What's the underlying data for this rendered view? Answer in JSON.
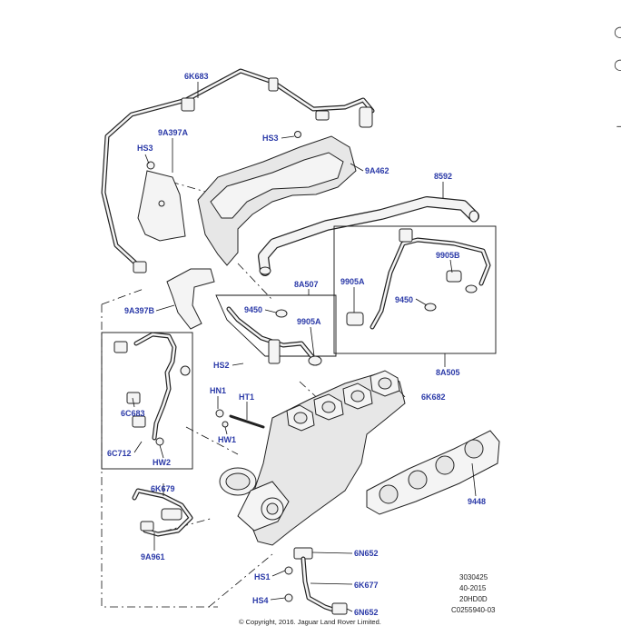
{
  "callouts": {
    "c6K683": "6K683",
    "c9A397A": "9A397A",
    "cHS3a": "HS3",
    "cHS3b": "HS3",
    "c9A462": "9A462",
    "c8592": "8592",
    "c8A507": "8A507",
    "c9450a": "9450",
    "c9905Aa": "9905A",
    "c9905Ab": "9905A",
    "c9905B": "9905B",
    "c9450b": "9450",
    "c9A397B": "9A397B",
    "cHS2": "HS2",
    "c8A505": "8A505",
    "cHN1": "HN1",
    "cHT1": "HT1",
    "c6K682": "6K682",
    "c6C683": "6C683",
    "cHW1": "HW1",
    "c6C712": "6C712",
    "cHW2": "HW2",
    "c6K679": "6K679",
    "c9448": "9448",
    "c9A961": "9A961",
    "c6N652a": "6N652",
    "cHS1": "HS1",
    "c6K677": "6K677",
    "cHS4": "HS4",
    "c6N652b": "6N652"
  },
  "info_block": {
    "line1": "3030425",
    "line2": "40-2015",
    "line3": "20HD0D",
    "line4": "C0255940-03"
  },
  "copyright": "© Copyright, 2016. Jaguar Land Rover Limited.",
  "edge_icons": [
    "circle-icon",
    "circle-icon",
    "cross-icon"
  ],
  "colors": {
    "callout": "#2b3aa8",
    "line": "#222222"
  }
}
